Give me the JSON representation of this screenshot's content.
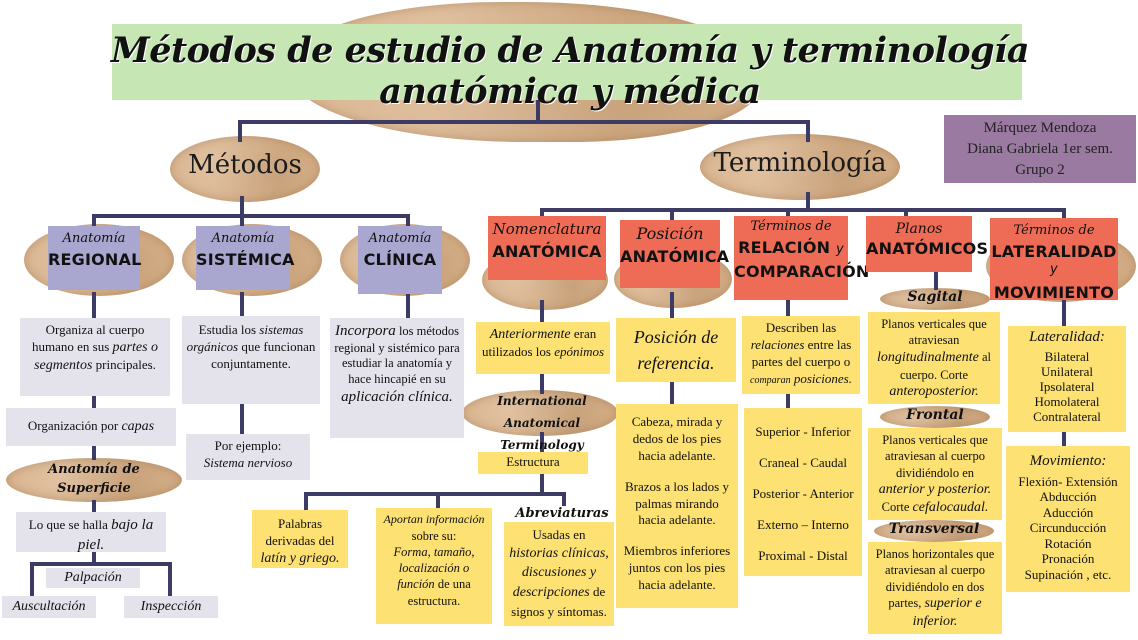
{
  "title": "Métodos de estudio de Anatomía y terminología anatómica y médica",
  "author": {
    "line1": "Márquez Mendoza",
    "line2": "Diana Gabriela 1er sem.",
    "line3": "Grupo 2"
  },
  "metodos": {
    "label": "Métodos",
    "regional": {
      "small": "Anatomía",
      "big": "REGIONAL",
      "desc_a": "Organiza al cuerpo humano en sus",
      "desc_b": "partes o segmentos",
      "desc_c": "principales.",
      "org_a": "Organización por",
      "org_b": "capas",
      "superficie": "Anatomía de Superficie",
      "bajo_a": "Lo que se halla",
      "bajo_b": "bajo la piel.",
      "palpacion": "Palpación",
      "auscultacion": "Auscultación",
      "inspeccion": "Inspección"
    },
    "sistemica": {
      "small": "Anatomía",
      "big": "SISTÉMICA",
      "desc_a": "Estudia los",
      "desc_b": "sistemas orgánicos",
      "desc_c": "que funcionan conjuntamente.",
      "ej_a": "Por ejemplo:",
      "ej_b": "Sistema nervioso"
    },
    "clinica": {
      "small": "Anatomía",
      "big": "CLÍNICA",
      "desc_a": "Incorpora",
      "desc_b": "los métodos regional y sistémico para estudiar la anatomía y hace hincapié en su",
      "desc_c": "aplicación clínica."
    }
  },
  "terminologia": {
    "label": "Terminología",
    "nomenclatura": {
      "small": "Nomenclatura",
      "big": "ANATÓMICA",
      "desc_a": "Anteriormente",
      "desc_b": "eran utilizados los",
      "desc_c": "epónimos",
      "iat": "International Anatomical Terminology",
      "estructura": "Estructura",
      "palabras_a": "Palabras derivadas del",
      "palabras_b": "latín y griego.",
      "aportan_a": "Aportan información",
      "aportan_b": "sobre su:",
      "aportan_c": "Forma, tamaño, localización o función",
      "aportan_d": "de una estructura.",
      "abrev": "Abreviaturas",
      "usadas_a": "Usadas en",
      "usadas_b": "historias clínicas, discusiones y descripciones",
      "usadas_c": "de signos y síntomas."
    },
    "posicion": {
      "small": "Posición",
      "big": "ANATÓMICA",
      "ref": "Posición de referencia.",
      "items": [
        "Cabeza, mirada y dedos de los pies hacia adelante.",
        "Brazos a los lados y palmas mirando hacia adelante.",
        "Miembros inferiores juntos con los pies hacia adelante."
      ]
    },
    "relacion": {
      "small": "Términos de",
      "big1": "RELACIÓN",
      "y": "y",
      "big2": "COMPARACIÓN",
      "desc_a": "Describen las",
      "desc_b": "relaciones",
      "desc_c": "entre las partes del cuerpo o",
      "desc_d": "comparan",
      "desc_e": "posiciones.",
      "items": [
        "Superior - Inferior",
        "Craneal - Caudal",
        "Posterior - Anterior",
        "Externo – Interno",
        "Proximal - Distal"
      ]
    },
    "planos": {
      "small": "Planos",
      "big": "ANATÓMICOS",
      "sagital": "Sagital",
      "sagital_a": "Planos verticales que atraviesan",
      "sagital_b": "longitudinalmente",
      "sagital_c": "al cuerpo. Corte",
      "sagital_d": "anteroposterior.",
      "frontal": "Frontal",
      "frontal_a": "Planos verticales que atraviesan al cuerpo dividiéndolo en",
      "frontal_b": "anterior y posterior.",
      "frontal_c": "Corte",
      "frontal_d": "cefalocaudal.",
      "transversal": "Transversal",
      "trans_a": "Planos horizontales que atraviesan al cuerpo dividiéndolo en dos partes,",
      "trans_b": "superior e inferior."
    },
    "lateralidad": {
      "small": "Términos de",
      "big1": "LATERALIDAD",
      "y": "y",
      "big2": "MOVIMIENTO",
      "lat_title": "Lateralidad:",
      "lat_items": [
        "Bilateral",
        "Unilateral",
        "Ipsolateral",
        "Homolateral",
        "Contralateral"
      ],
      "mov_title": "Movimiento:",
      "mov_items": [
        "Flexión- Extensión",
        "Abducción",
        "Aducción",
        "Circunducción",
        "Rotación",
        "Pronación",
        "Supinación , etc."
      ]
    }
  },
  "colors": {
    "title_band": "#c6e6b4",
    "author_box": "#9a7aa0",
    "lavender": "#a9a6cf",
    "red": "#ee6b55",
    "yellow": "#fde173",
    "grey": "#e4e3ec",
    "cardboard": "#d9b38c",
    "line": "#3b3b66"
  }
}
